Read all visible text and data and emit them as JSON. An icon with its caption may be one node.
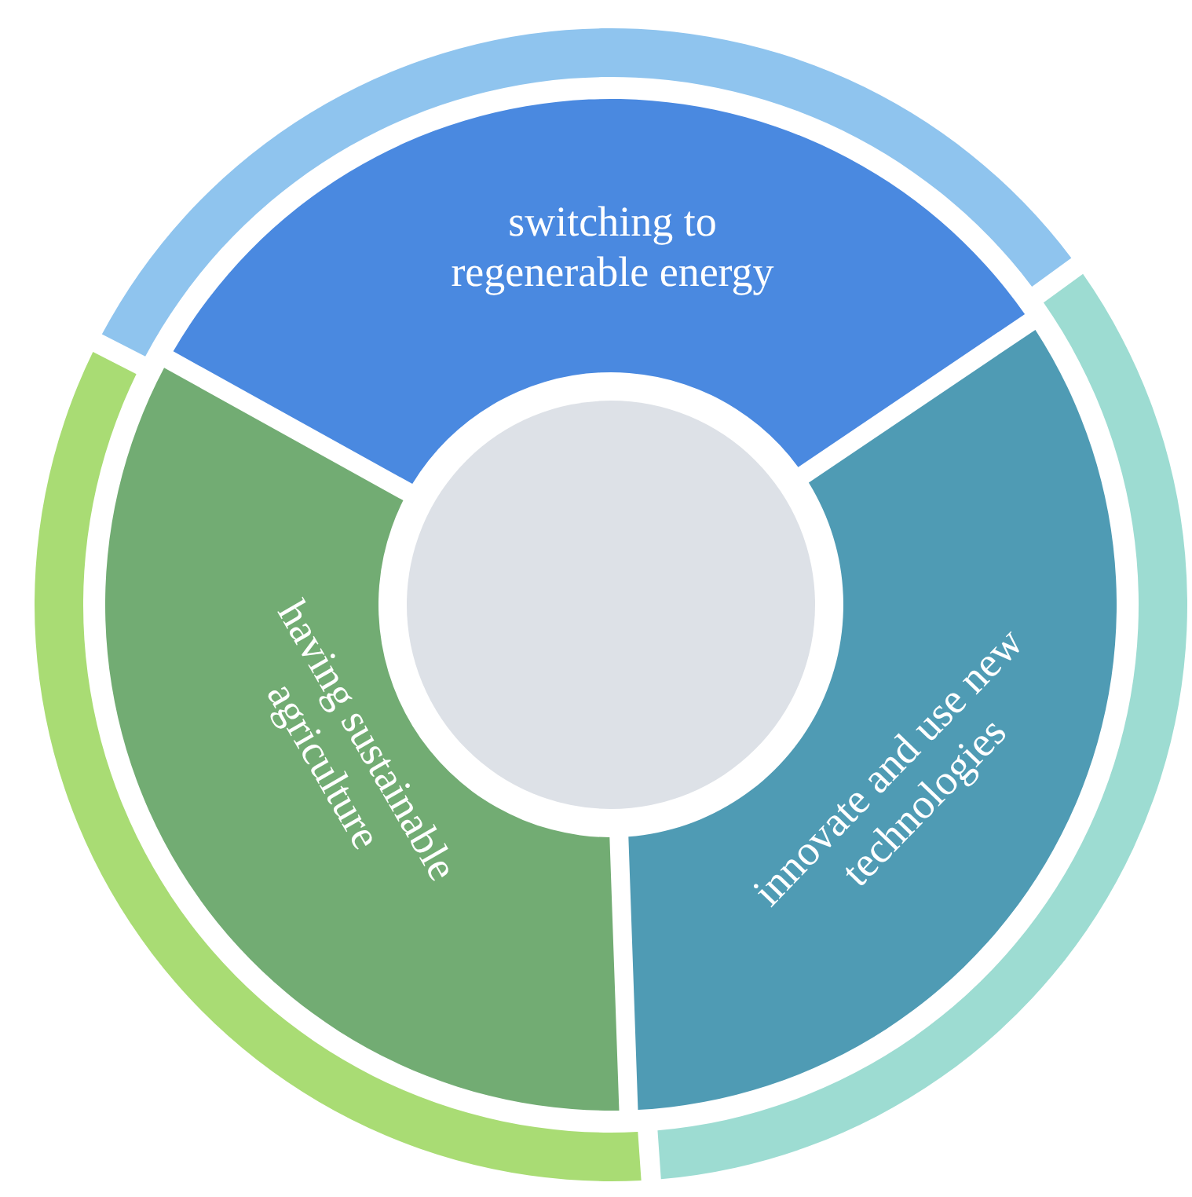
{
  "diagram": {
    "nodes": [
      {
        "text": [
          "switching to regenerable energy"
        ]
      },
      {
        "text": [
          "innovate and use new technologies"
        ]
      },
      {
        "text": [
          "having sustainable agriculture"
        ]
      },
      {
        "text": [],
        "shape": "circle"
      }
    ]
  }
}
